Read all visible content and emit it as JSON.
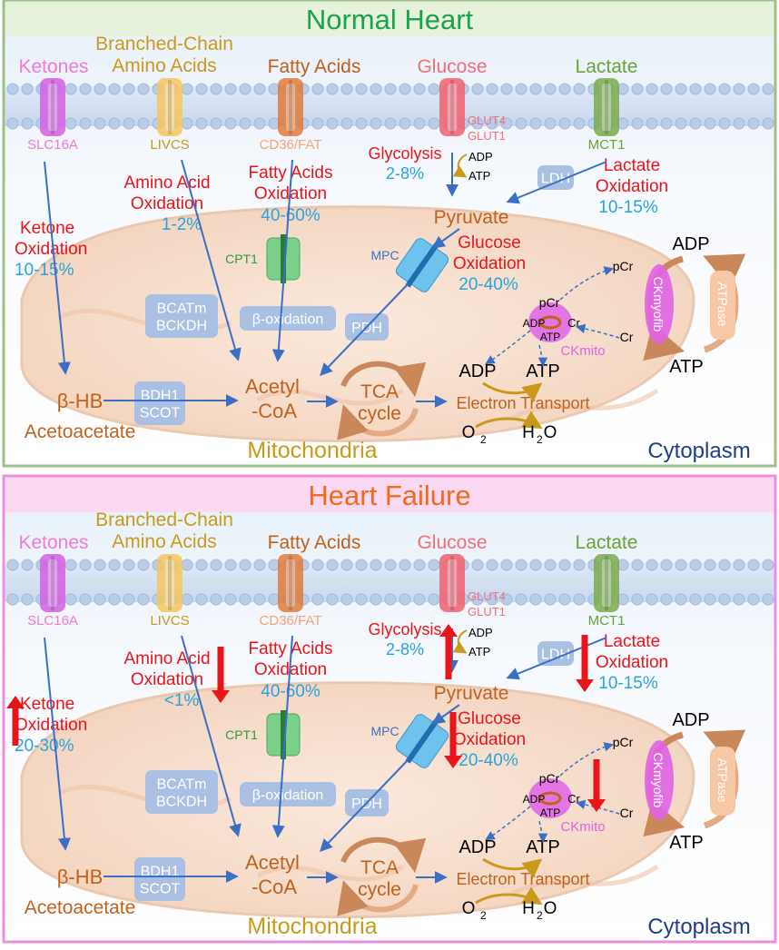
{
  "panels": [
    {
      "id": "normal",
      "title": "Normal Heart",
      "cytoplasm": "Cytoplasm",
      "mitochondria": "Mitochondria",
      "substrates": {
        "ketones": "Ketones",
        "bcaa_1": "Branched-Chain",
        "bcaa_2": "Amino Acids",
        "fatty_acids": "Fatty Acids",
        "glucose": "Glucose",
        "lactate": "Lactate"
      },
      "transporters": {
        "slc16a": "SLC16A",
        "livcs": "LIVCS",
        "cd36": "CD36/FAT",
        "glut4": "GLUT4",
        "glut1": "GLUT1",
        "mct1": "MCT1"
      },
      "pathways": {
        "ketone_1": "Ketone",
        "ketone_2": "Oxidation",
        "ketone_pct": "10-15%",
        "amino_1": "Amino Acid",
        "amino_2": "Oxidation",
        "amino_pct": "1-2%",
        "fa_1": "Fatty Acids",
        "fa_2": "Oxidation",
        "fa_pct": "40-60%",
        "glycolysis": "Glycolysis",
        "glycolysis_pct": "2-8%",
        "lactate_1": "Lactate",
        "lactate_2": "Oxidation",
        "lactate_pct": "10-15%",
        "glucose_1": "Glucose",
        "glucose_2": "Oxidation",
        "glucose_pct": "20-40%"
      },
      "enzymes": {
        "ldh": "LDH",
        "cpt1": "CPT1",
        "mpc": "MPC",
        "bcatm": "BCATm",
        "bckdh": "BCKDH",
        "beta_ox": "β-oxidation",
        "pdh": "PDH",
        "bdh1": "BDH1",
        "scot": "SCOT",
        "ckmito": "CKmito",
        "ckmyofib": "CKmyofib",
        "atpase": "ATPase"
      },
      "metabolites": {
        "pyruvate": "Pyruvate",
        "adp": "ADP",
        "atp": "ATP",
        "acetyl_1": "Acetyl",
        "acetyl_2": "-CoA",
        "tca_1": "TCA",
        "tca_2": "cycle",
        "bhb": "β-HB",
        "acetoacetate": "Acetoacetate",
        "etc": "Electron Transport",
        "o2": "O",
        "o2_sub": "2",
        "h2": "H",
        "h2_sub": "2",
        "h2_o": "O",
        "pcr": "pCr",
        "cr": "Cr"
      },
      "arrows": []
    },
    {
      "id": "failure",
      "title": "Heart Failure",
      "cytoplasm": "Cytoplasm",
      "mitochondria": "Mitochondria",
      "substrates": {
        "ketones": "Ketones",
        "bcaa_1": "Branched-Chain",
        "bcaa_2": "Amino Acids",
        "fatty_acids": "Fatty Acids",
        "glucose": "Glucose",
        "lactate": "Lactate"
      },
      "transporters": {
        "slc16a": "SLC16A",
        "livcs": "LIVCS",
        "cd36": "CD36/FAT",
        "glut4": "GLUT4",
        "glut1": "GLUT1",
        "mct1": "MCT1"
      },
      "pathways": {
        "ketone_1": "Ketone",
        "ketone_2": "Oxidation",
        "ketone_pct": "20-30%",
        "amino_1": "Amino Acid",
        "amino_2": "Oxidation",
        "amino_pct": "<1%",
        "fa_1": "Fatty Acids",
        "fa_2": "Oxidation",
        "fa_pct": "40-60%",
        "glycolysis": "Glycolysis",
        "glycolysis_pct": "2-8%",
        "lactate_1": "Lactate",
        "lactate_2": "Oxidation",
        "lactate_pct": "10-15%",
        "glucose_1": "Glucose",
        "glucose_2": "Oxidation",
        "glucose_pct": "20-40%"
      },
      "enzymes": {
        "ldh": "LDH",
        "cpt1": "CPT1",
        "mpc": "MPC",
        "bcatm": "BCATm",
        "bckdh": "BCKDH",
        "beta_ox": "β-oxidation",
        "pdh": "PDH",
        "bdh1": "BDH1",
        "scot": "SCOT",
        "ckmito": "CKmito",
        "ckmyofib": "CKmyofib",
        "atpase": "ATPase"
      },
      "metabolites": {
        "pyruvate": "Pyruvate",
        "adp": "ADP",
        "atp": "ATP",
        "acetyl_1": "Acetyl",
        "acetyl_2": "-CoA",
        "tca_1": "TCA",
        "tca_2": "cycle",
        "bhb": "β-HB",
        "acetoacetate": "Acetoacetate",
        "etc": "Electron Transport",
        "o2": "O",
        "o2_sub": "2",
        "h2": "H",
        "h2_sub": "2",
        "h2_o": "O",
        "pcr": "pCr",
        "cr": "Cr"
      },
      "arrows": [
        "ketone-up",
        "amino-down",
        "glycolysis-up",
        "lactate-down",
        "glucose-down",
        "creatine-down"
      ]
    }
  ],
  "colors": {
    "normal_title": "#1aa34a",
    "failure_title": "#f26b1d",
    "pathway": "#e8151b",
    "percent": "#29a3db",
    "ketones": "#f27ad6",
    "bcaa": "#c99a1a",
    "fatty": "#c0611c",
    "glucose": "#f0707a",
    "lactate": "#6aa235",
    "enzyme_box": "#a9c0e3",
    "arrow": "#3a6fc4",
    "mito_label": "#c99a1a",
    "cytoplasm": "#1f3e8a",
    "ck": "#e163e8"
  }
}
